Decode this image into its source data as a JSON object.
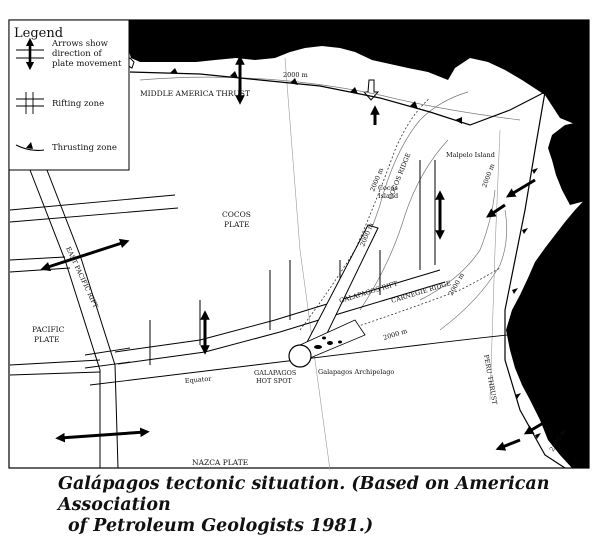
{
  "legend": {
    "title": "Legend",
    "arrows_label": [
      "Arrows show",
      "direction of",
      "plate movement"
    ],
    "rifting_label": "Rifting zone",
    "thrusting_label": "Thrusting zone"
  },
  "map_labels": {
    "middle_america_thrust": "MIDDLE AMERICA THRUST",
    "depth_2000_a": "2000 m",
    "depth_2000_b": "2000 m",
    "depth_2000_c": "2000 m",
    "depth_2000_d": "2000 m",
    "depth_2000_e": "2000 m",
    "depth_2000_f": "2000 m",
    "depth_2000_g": "2000 m",
    "cocos_ridge": "COCOS RIDGE",
    "cocos_island": [
      "Cocos",
      "Island"
    ],
    "malpelo_island": "Malpelo Island",
    "cocos_plate": [
      "COCOS",
      "PLATE"
    ],
    "east_pacific_rift": "EAST PACIFIC RIFT",
    "galapagos_rift": "GALAPAGOS RIFT",
    "carnegie_ridge": "CARNEGIE RIDGE",
    "pacific_plate": [
      "PACIFIC",
      "PLATE"
    ],
    "equator": "Equator",
    "galapagos_hot_spot": [
      "GALAPAGOS",
      "HOT SPOT"
    ],
    "galapagos_archipelago": "Galapagos Archipelago",
    "peru_thrust": "PERU THRUST",
    "nazca_plate": "NAZCA PLATE"
  },
  "caption": {
    "line1": "Galápagos tectonic situation. (Based on American Association",
    "line2": "of Petroleum Geologists 1981.)"
  }
}
